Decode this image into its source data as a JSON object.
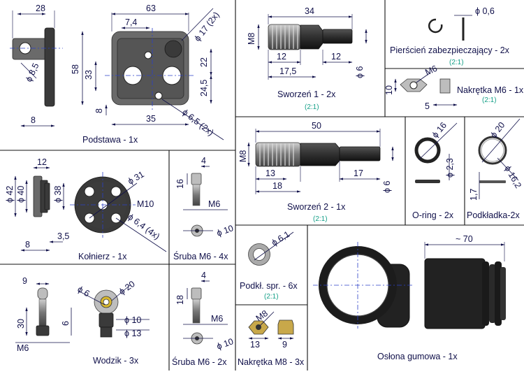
{
  "colors": {
    "line": "#10104a",
    "scale_text": "#16a088",
    "grid": "#111111",
    "center_line": "#2b40c8"
  },
  "panels": {
    "podstawa": {
      "title": "Podstawa - 1x",
      "dims": {
        "w28": "28",
        "w63": "63",
        "d74": "7,4",
        "phi17": "ϕ 17 (2x)",
        "h58": "58",
        "h33": "33",
        "h22": "22",
        "h245": "24,5",
        "phi85": "ϕ 8,5",
        "h8": "8",
        "w35": "35",
        "phi65": "ϕ 6,5 (2x)",
        "w8": "8"
      }
    },
    "sworzen1": {
      "title": "Sworzeń 1 - 2x",
      "scale": "(2:1)",
      "dims": {
        "w34": "34",
        "m8": "M8",
        "w12a": "12",
        "w12b": "12",
        "w175": "17,5",
        "phi6": "ϕ 6"
      }
    },
    "pierscien": {
      "title": "Pierścień zabezpieczający - 2x",
      "scale": "(2:1)",
      "dims": {
        "phi06": "ϕ 0,6"
      }
    },
    "nakretka_m6": {
      "title": "Nakrętka M6 - 1x",
      "scale": "(2:1)",
      "dims": {
        "m6": "M6",
        "h10": "10",
        "w5": "5"
      }
    },
    "kolnierz": {
      "title": "Kołnierz - 1x",
      "dims": {
        "w12": "12",
        "phi42": "ϕ 42",
        "phi40": "ϕ 40",
        "phi38": "ϕ 38",
        "w35": "3,5",
        "w8": "8",
        "phi31": "ϕ 31",
        "m10": "M10",
        "phi64": "ϕ 6,4 (4x)"
      }
    },
    "sruba_m6_4x": {
      "title": "Śruba M6 - 4x",
      "dims": {
        "w4": "4",
        "h16": "16",
        "m6": "M6",
        "phi10": "ϕ 10"
      }
    },
    "sworzen2": {
      "title": "Sworzeń 2 - 1x",
      "scale": "(2:1)",
      "dims": {
        "w50": "50",
        "m8": "M8",
        "w13": "13",
        "w17": "17",
        "w18": "18",
        "phi6": "ϕ 6"
      }
    },
    "oring": {
      "title": "O-ring - 2x",
      "dims": {
        "phi16": "ϕ 16",
        "phi23": "ϕ 2,3"
      }
    },
    "podkladka": {
      "title": "Podkładka-2x",
      "dims": {
        "phi20": "ϕ 20",
        "phi162": "ϕ 16,2",
        "h17": "1,7"
      }
    },
    "wodzik": {
      "title": "Wodzik - 3x",
      "dims": {
        "w9": "9",
        "h30": "30",
        "m6": "M6",
        "phi6": "ϕ 6",
        "phi20": "ϕ 20",
        "h6": "6",
        "phi10": "ϕ 10",
        "phi13": "ϕ 13"
      }
    },
    "sruba_m6_2x": {
      "title": "Śruba M6 - 2x",
      "dims": {
        "w4": "4",
        "h18": "18",
        "m6": "M6",
        "phi10": "ϕ 10"
      }
    },
    "podkl_spr": {
      "title": "Podkł. spr. - 6x",
      "scale": "(2:1)",
      "dims": {
        "phi61": "ϕ 6,1"
      }
    },
    "nakretka_m8": {
      "title": "Nakrętka M8 - 3x",
      "dims": {
        "m8": "M8",
        "w13": "13",
        "w9": "9"
      }
    },
    "oslona": {
      "title": "Osłona gumowa - 1x",
      "dims": {
        "w70": "~ 70"
      }
    }
  }
}
